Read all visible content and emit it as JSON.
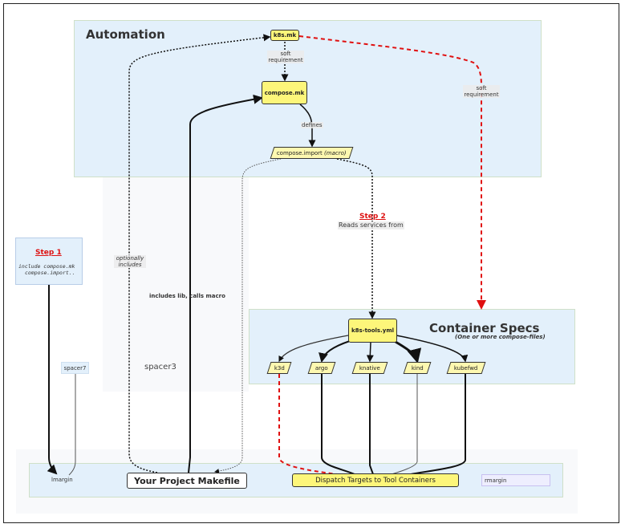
{
  "clusters": {
    "automation": {
      "title": "Automation"
    },
    "container_specs": {
      "title": "Container Specs",
      "subtitle": "(One or more compose-files)"
    }
  },
  "nodes": {
    "k8s_mk": "k8s.mk",
    "compose_mk": "compose.mk",
    "compose_import": "compose.import",
    "compose_import_macro": "(macro)",
    "k8s_tools": "k8s-tools.yml",
    "tools": [
      "k3d",
      "argo",
      "knative",
      "kind",
      "kubefwd"
    ],
    "project_makefile": "Your Project Makefile",
    "dispatch": "Dispatch Targets to Tool Containers",
    "lmargin": "lmargin",
    "rmargin": "rmargin",
    "spacer7": "spacer7",
    "spacer3": "spacer3"
  },
  "step1": {
    "title": "Step 1",
    "line1": "include compose.mk",
    "line2": "compose.import.."
  },
  "step2": {
    "title": "Step 2",
    "subtitle": "Reads services from"
  },
  "edge_labels": {
    "soft_req_1a": "soft",
    "soft_req_1b": "requirement",
    "soft_req_2a": "soft",
    "soft_req_2b": "requirement",
    "defines": "defines",
    "optionally_a": "optionally",
    "optionally_b": "includes",
    "includes_lib": "includes lib, calls macro"
  },
  "colors": {
    "cluster_fill": "#e3f0fb",
    "node_yellow": "#fdf67a",
    "red_dashed": "#e01010"
  }
}
